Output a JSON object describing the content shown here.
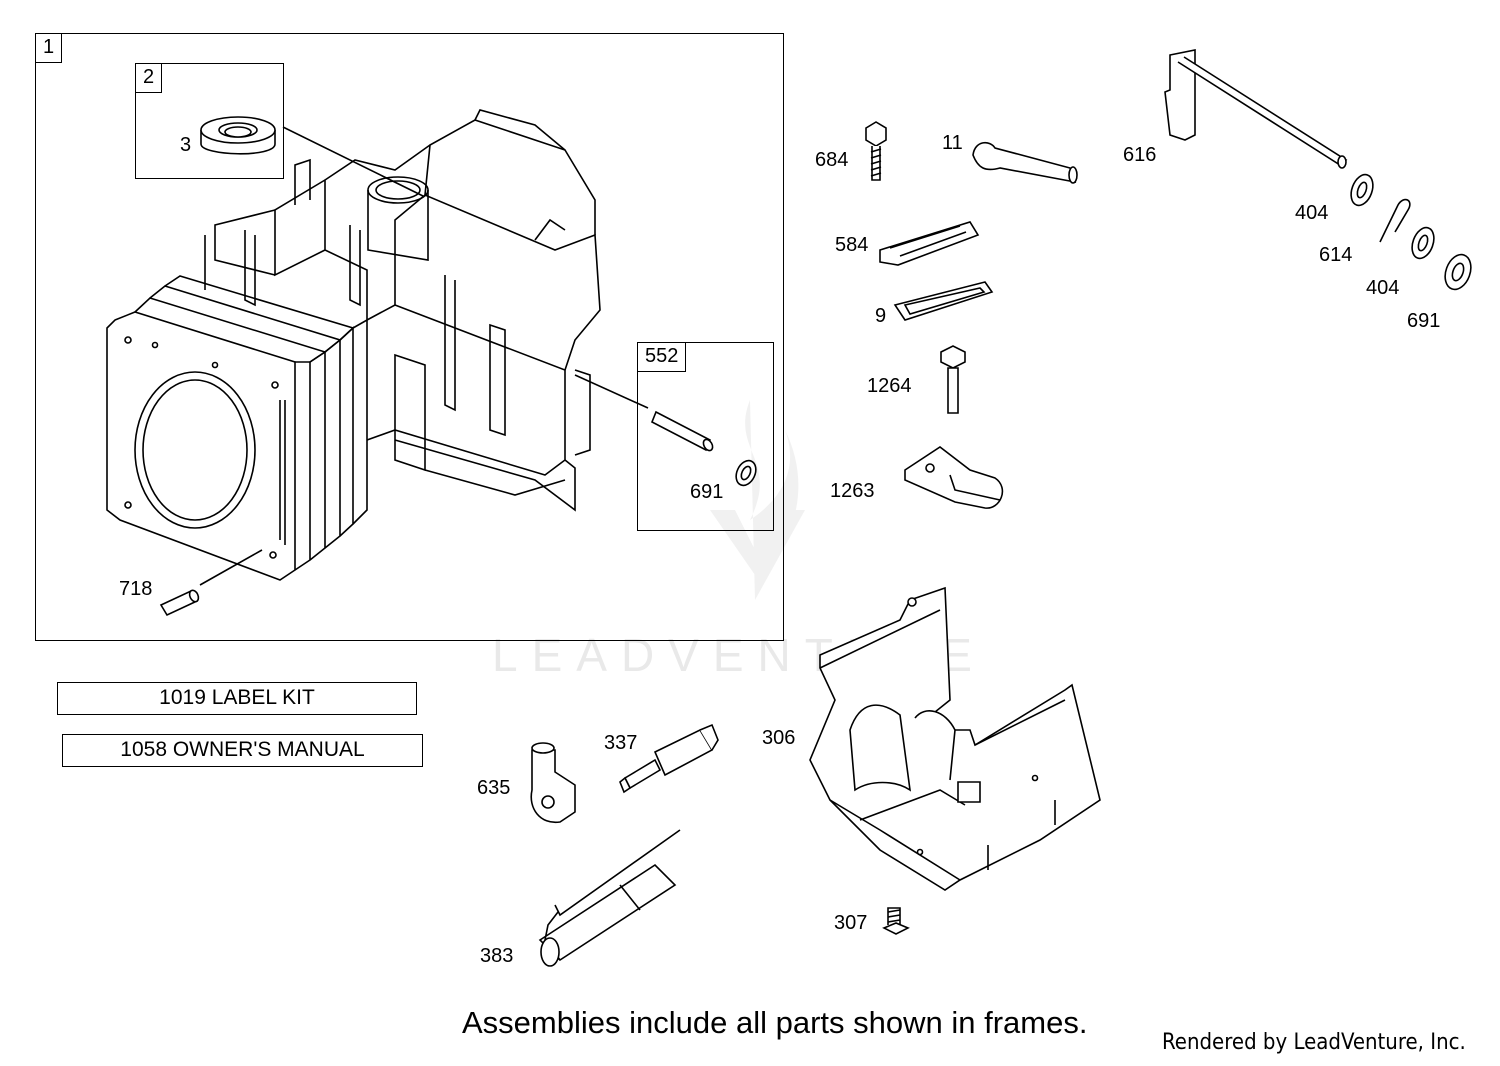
{
  "frames": {
    "engine_assembly_tag": "1",
    "seal_frame_tag": "2",
    "dowel_frame_tag": "552"
  },
  "parts": {
    "seal": "3",
    "dowel_pin": "718",
    "dowel_seal": "691",
    "screw_684": "684",
    "breather_tube": "11",
    "breather_cover": "584",
    "breather_gasket": "9",
    "bolt_1264": "1264",
    "breather_plate": "1263",
    "governor_shaft": "616",
    "washer_404_a": "404",
    "hairpin_clip": "614",
    "washer_404_b": "404",
    "washer_691": "691",
    "spark_plug_boot": "635",
    "spark_plug": "337",
    "blower_housing_shield": "306",
    "screw_307": "307",
    "oil_dipstick": "383"
  },
  "kits": {
    "label_kit": "1019 LABEL KIT",
    "owners_manual": "1058 OWNER'S MANUAL"
  },
  "footer": {
    "note": "Assemblies include all parts shown in frames.",
    "credit": "Rendered by LeadVenture, Inc."
  },
  "watermark": {
    "text": "LEADVENTURE"
  }
}
